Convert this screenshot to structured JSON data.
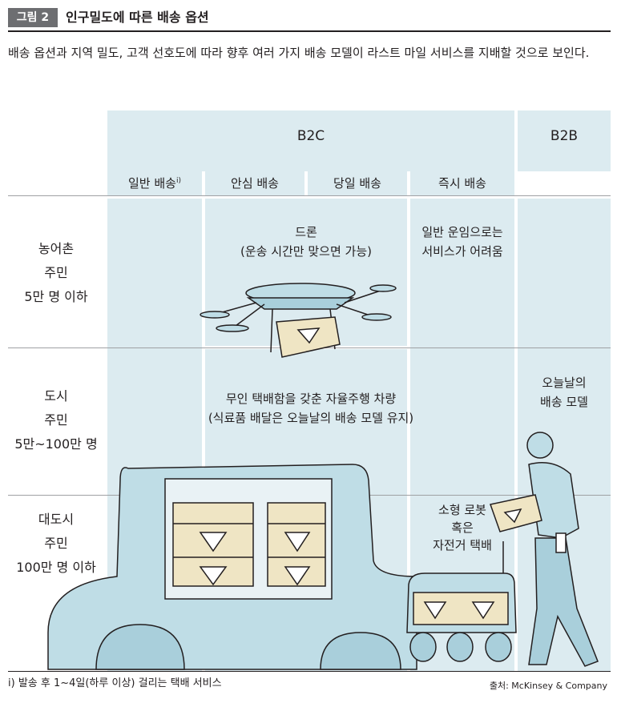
{
  "figure": {
    "badge": "그림 2",
    "title": "인구밀도에 따른 배송 옵션",
    "description": "배송 옵션과 지역 밀도, 고객 선호도에 따라 향후 여러 가지 배송 모델이 라스트 마일 서비스를 지배할 것으로 보인다."
  },
  "columns": {
    "b2c": "B2C",
    "b2b": "B2B",
    "sub": [
      "일반 배송",
      "안심 배송",
      "당일 배송",
      "즉시 배송"
    ],
    "footnote_mark": "i)"
  },
  "rows": [
    {
      "l1": "농어촌",
      "l2": "주민",
      "l3": "5만 명 이하"
    },
    {
      "l1": "도시",
      "l2": "주민",
      "l3": "5만~100만 명"
    },
    {
      "l1": "대도시",
      "l2": "주민",
      "l3": "100만 명 이하"
    }
  ],
  "cells": {
    "drone_l1": "드론",
    "drone_l2": "(운송 시간만 맞으면 가능)",
    "instant_l1": "일반 운임으로는",
    "instant_l2": "서비스가 어려움",
    "av_l1": "무인 택배함을 갖춘 자율주행 차량",
    "av_l2": "(식료품 배달은 오늘날의 배송 모델 유지)",
    "b2b_l1": "오늘날의",
    "b2b_l2": "배송 모델",
    "robot_l1": "소형 로봇",
    "robot_l2": "혹은",
    "robot_l3": "자전거 택배"
  },
  "footnote": "i) 발송 후 1~4일(하루 이상) 걸리는 택배 서비스",
  "source": "출처: McKinsey & Company",
  "colors": {
    "cell": "#dcebf0",
    "vehicle": "#bfdde6",
    "box": "#efe5c4",
    "line": "#231f20"
  }
}
